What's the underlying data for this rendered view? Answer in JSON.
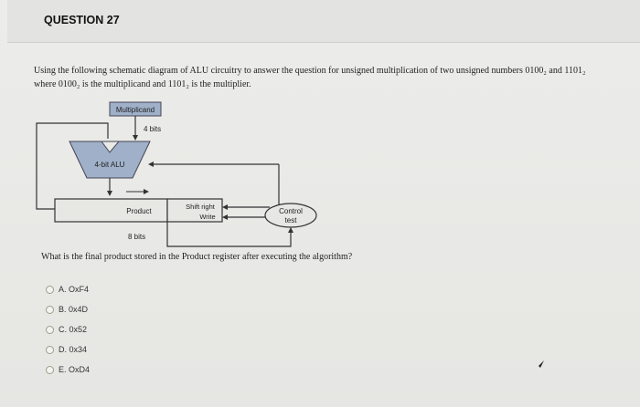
{
  "header": {
    "title": "QUESTION 27"
  },
  "prompt": {
    "line1": "Using the following schematic diagram of ALU circuitry to answer the question for unsigned multiplication of two unsigned numbers 0100₂ and 1101₂",
    "line2": "where 0100₂ is the multiplicand and 1101₂ is the multiplier."
  },
  "diagram": {
    "multiplicand_label": "Multiplicand",
    "bits4_label": "4 bits",
    "alu_label": "4-bit ALU",
    "product_label": "Product",
    "shift_right_label": "Shift right",
    "write_label": "Write",
    "control_line1": "Control",
    "control_line2": "test",
    "bits8_label": "8 bits"
  },
  "question": "What is the final product stored in the Product register after executing the algorithm?",
  "choices": [
    {
      "label": "A. OxF4"
    },
    {
      "label": "B. 0x4D"
    },
    {
      "label": "C. 0x52"
    },
    {
      "label": "D. 0x34"
    },
    {
      "label": "E. OxD4"
    }
  ]
}
